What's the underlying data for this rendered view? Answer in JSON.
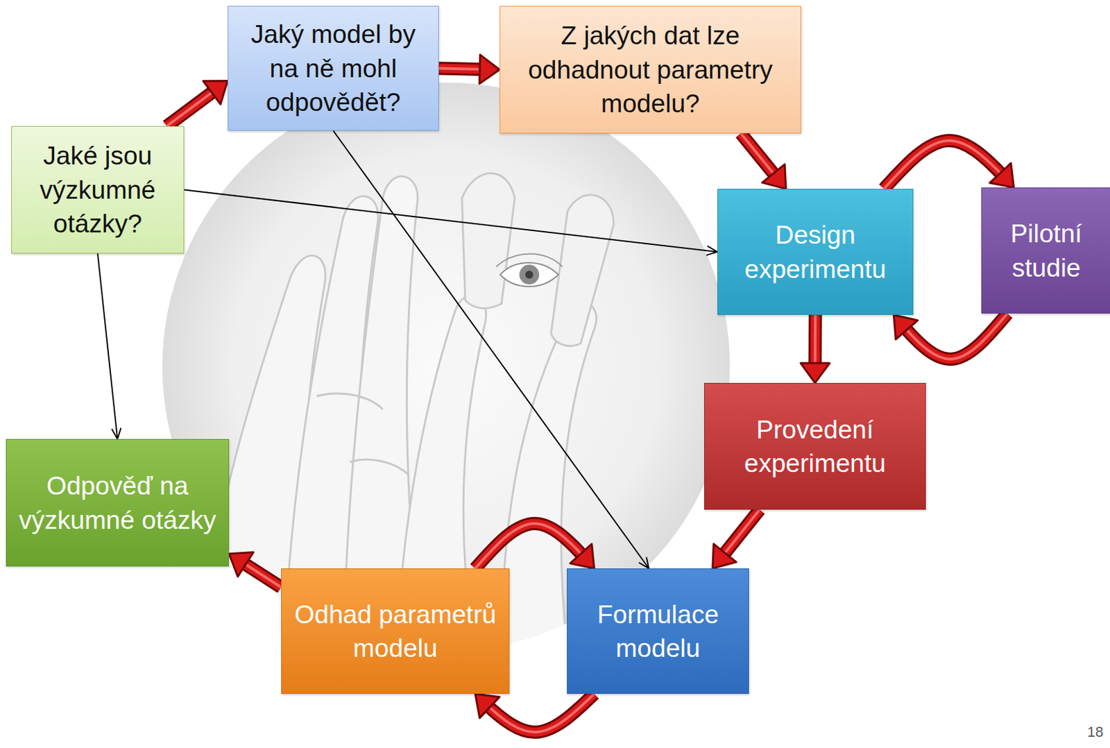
{
  "diagram": {
    "nodes": [
      {
        "text": [
          "Jaký model by na ně mohl odpovědět?"
        ]
      },
      {
        "text": [
          "Z jakých dat lze odhadnout parametry modelu?"
        ]
      },
      {
        "text": [
          "Jaké jsou výzkumné otázky?"
        ]
      },
      {
        "text": [
          "Design experimentu"
        ]
      },
      {
        "text": [
          "Pilotní studie"
        ]
      },
      {
        "text": [
          "Provedení experimentu"
        ]
      },
      {
        "text": [
          "Odpověď na výzkumné otázky"
        ]
      },
      {
        "text": [
          "Odhad parametrů modelu"
        ]
      },
      {
        "text": [
          "Formulace modelu"
        ]
      }
    ],
    "edges": [
      {
        "from": 2,
        "to": 0,
        "arrow": "to"
      },
      {
        "from": 0,
        "to": 1,
        "arrow": "to"
      },
      {
        "from": 1,
        "to": 3,
        "arrow": "to"
      },
      {
        "from": 3,
        "to": 4,
        "arrow": "to"
      },
      {
        "from": 4,
        "to": 3,
        "arrow": "to"
      },
      {
        "from": 3,
        "to": 5,
        "arrow": "to"
      },
      {
        "from": 5,
        "to": 8,
        "arrow": "to"
      },
      {
        "from": 7,
        "to": 8,
        "arrow": "to"
      },
      {
        "from": 8,
        "to": 7,
        "arrow": "to"
      },
      {
        "from": 7,
        "to": 6,
        "arrow": "to"
      },
      {
        "from": 2,
        "to": 6,
        "arrow": "to"
      },
      {
        "from": 2,
        "to": 3,
        "arrow": "to"
      },
      {
        "from": 0,
        "to": 8,
        "arrow": "to"
      }
    ],
    "labels": [
      "18"
    ]
  }
}
